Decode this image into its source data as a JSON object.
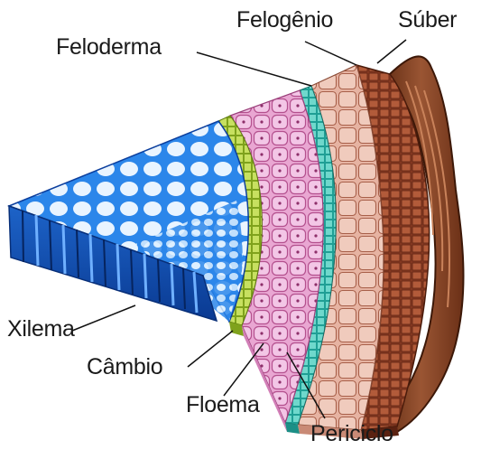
{
  "labels": {
    "felogenio": "Felogênio",
    "suber": "Súber",
    "feloderma": "Feloderma",
    "xilema": "Xilema",
    "cambio": "Câmbio",
    "floema": "Floema",
    "periciclo": "Periciclo"
  },
  "colors": {
    "xylem": "#1f78e0",
    "xylem_dark": "#0c3f9e",
    "cambium": "#9bbf2a",
    "phloem": "#e9a6d2",
    "pericycle": "#27b3a6",
    "phelloderm": "#e8b7a6",
    "suber": "#8a3b22",
    "bark": "#7a3a1c"
  }
}
